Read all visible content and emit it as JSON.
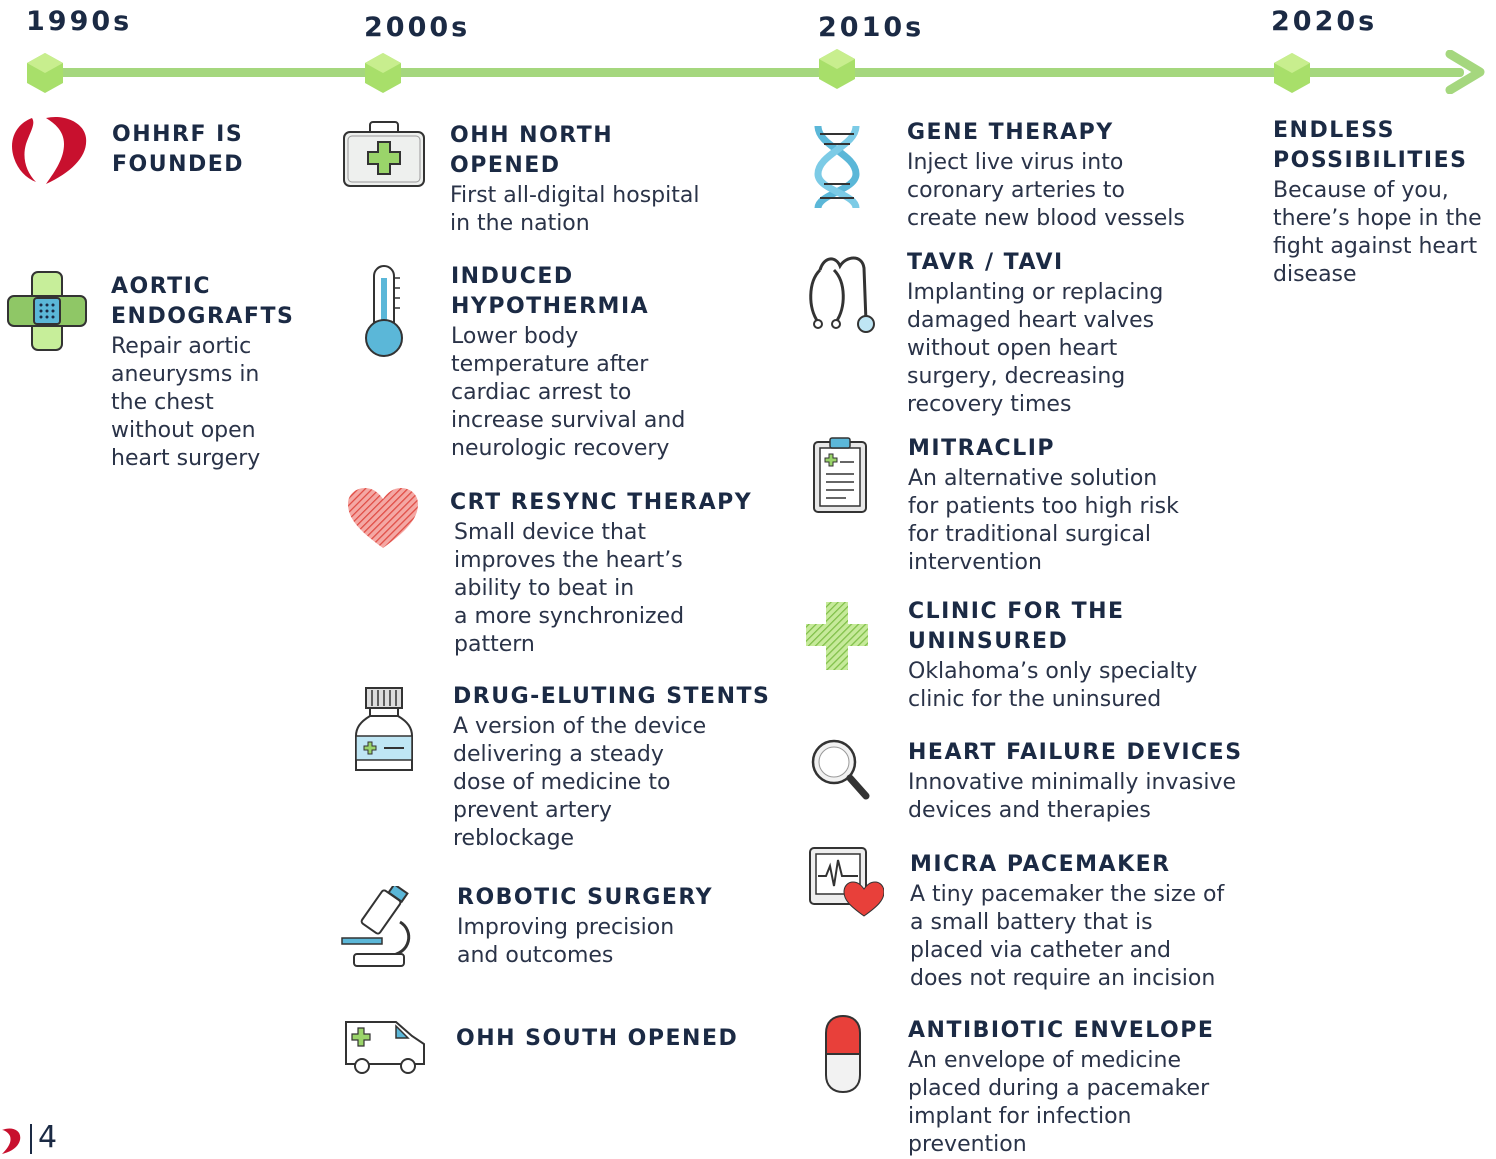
{
  "decades": [
    "1990s",
    "2000s",
    "2010s",
    "2020s"
  ],
  "milestones": {
    "ohhrf_founded": {
      "title": "OHHRF IS\nFOUNDED",
      "desc": ""
    },
    "aortic_endografts": {
      "title": "AORTIC\nENDOGRAFTS",
      "desc": "Repair aortic\naneurysms in\nthe chest\nwithout open\nheart surgery"
    },
    "ohh_north": {
      "title": "OHH NORTH\nOPENED",
      "desc": "First all-digital hospital\nin the nation"
    },
    "induced_hypothermia": {
      "title": "INDUCED\nHYPOTHERMIA",
      "desc": "Lower body\ntemperature after\ncardiac arrest to\nincrease survival and\nneurologic recovery"
    },
    "crt": {
      "title": "CRT RESYNC THERAPY",
      "desc": "Small device that\nimproves the heart’s\nability to beat in\na more synchronized\npattern"
    },
    "des": {
      "title": "DRUG-ELUTING STENTS",
      "desc": "A version of the device\ndelivering a steady\ndose of medicine to\nprevent artery\nreblockage"
    },
    "robotic": {
      "title": "ROBOTIC SURGERY",
      "desc": "Improving precision\nand outcomes"
    },
    "ohh_south": {
      "title": "OHH SOUTH OPENED",
      "desc": ""
    },
    "gene": {
      "title": "GENE THERAPY",
      "desc": "Inject live virus into\ncoronary arteries to\ncreate new blood vessels"
    },
    "tavr": {
      "title": "TAVR / TAVI",
      "desc": "Implanting or replacing\ndamaged heart valves\nwithout open heart\nsurgery, decreasing\nrecovery times"
    },
    "mitraclip": {
      "title": "MITRACLIP",
      "desc": "An alternative solution\nfor patients too high risk\nfor traditional surgical\nintervention"
    },
    "clinic": {
      "title": "CLINIC FOR THE\nUNINSURED",
      "desc": "Oklahoma’s only specialty\nclinic for the uninsured"
    },
    "hf_devices": {
      "title": "HEART FAILURE DEVICES",
      "desc": "Innovative minimally invasive\ndevices and therapies"
    },
    "micra": {
      "title": "MICRA PACEMAKER",
      "desc": "A tiny pacemaker the size of\na small battery that is\nplaced via catheter and\ndoes not require an incision"
    },
    "antibiotic": {
      "title": "ANTIBIOTIC ENVELOPE",
      "desc": "An envelope of medicine\nplaced during a pacemaker\nimplant for infection\nprevention"
    },
    "endless": {
      "title": "ENDLESS\nPOSSIBILITIES",
      "desc": "Because of you,\nthere’s hope in the\nfight against heart\ndisease"
    }
  },
  "footer": {
    "page_number": "4"
  },
  "colors": {
    "line": "#a5d77e",
    "node": "#a8df6a",
    "heading": "#1b2a44",
    "heart": "#c8102e"
  }
}
